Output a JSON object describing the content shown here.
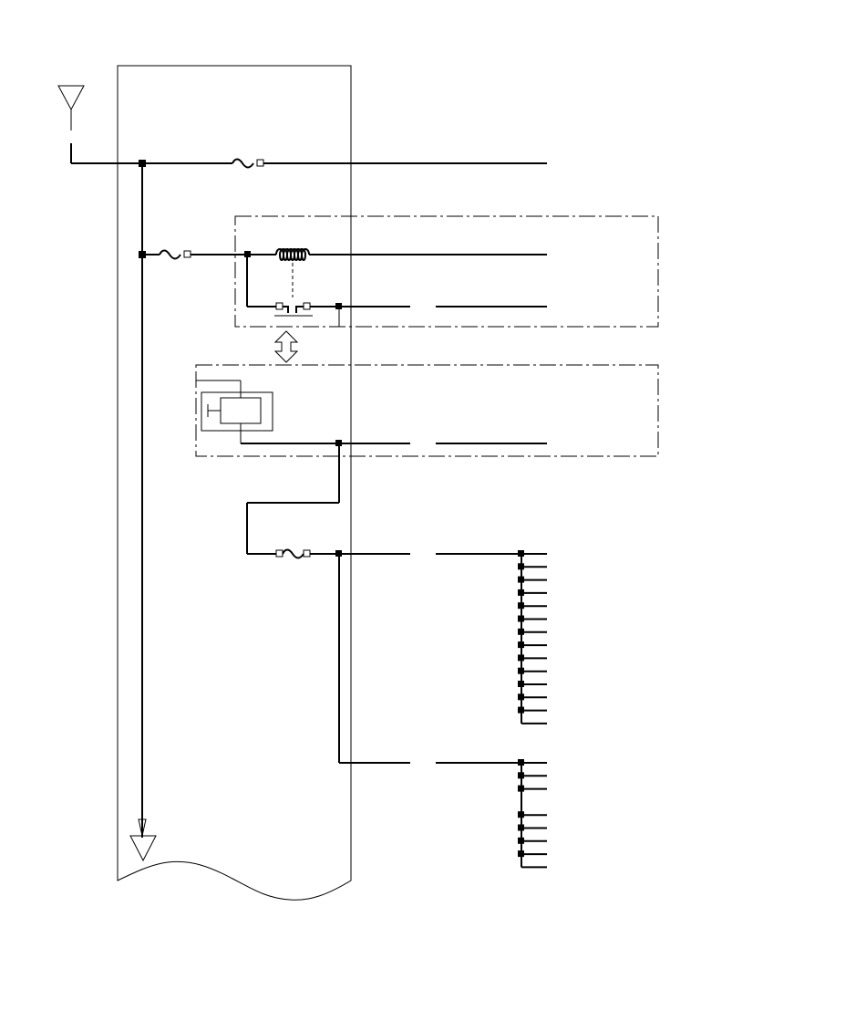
{
  "diagram": {
    "type": "electrical-wiring-schematic",
    "stroke_color": "#000000",
    "background_color": "#ffffff",
    "symbols": [
      "battery-terminal-symbol",
      "fuse-symbol",
      "relay-coil-symbol",
      "relay-contact-symbol",
      "control-module-symbol",
      "ground-symbol",
      "splice-node"
    ],
    "branch_groups": {
      "upper_splice_branches": 14,
      "lower_splice_branches": 8
    }
  }
}
